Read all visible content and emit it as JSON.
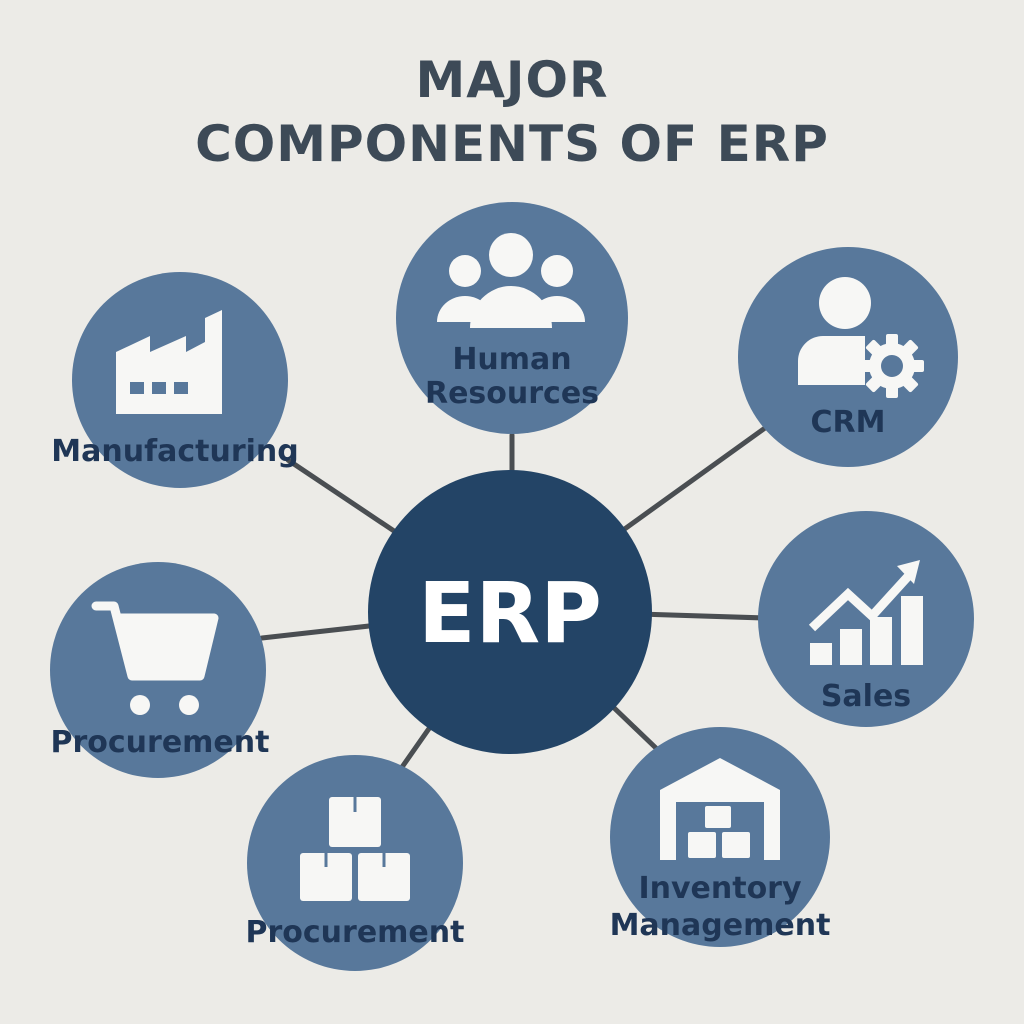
{
  "title": {
    "line1": "MAJOR",
    "line2": "COMPONENTS OF ERP"
  },
  "center": {
    "label": "ERP",
    "color": "#234466"
  },
  "colors": {
    "node": "#58789b",
    "line": "#4a4e52",
    "icon": "#f7f7f5",
    "label": "#1f3656"
  },
  "nodes": [
    {
      "id": "human-resources",
      "label_lines": [
        "Human",
        "Resources"
      ],
      "icon": "people-icon"
    },
    {
      "id": "crm",
      "label_lines": [
        "CRM"
      ],
      "icon": "user-gear-icon"
    },
    {
      "id": "sales",
      "label_lines": [
        "Sales"
      ],
      "icon": "chart-up-icon"
    },
    {
      "id": "inventory-management",
      "label_lines": [
        "Inventory",
        "Management"
      ],
      "icon": "warehouse-icon"
    },
    {
      "id": "procurement-boxes",
      "label_lines": [
        "Procurement"
      ],
      "icon": "boxes-icon"
    },
    {
      "id": "procurement-cart",
      "label_lines": [
        "Procurement"
      ],
      "icon": "cart-icon"
    },
    {
      "id": "manufacturing",
      "label_lines": [
        "Manufacturing"
      ],
      "icon": "factory-icon"
    }
  ]
}
